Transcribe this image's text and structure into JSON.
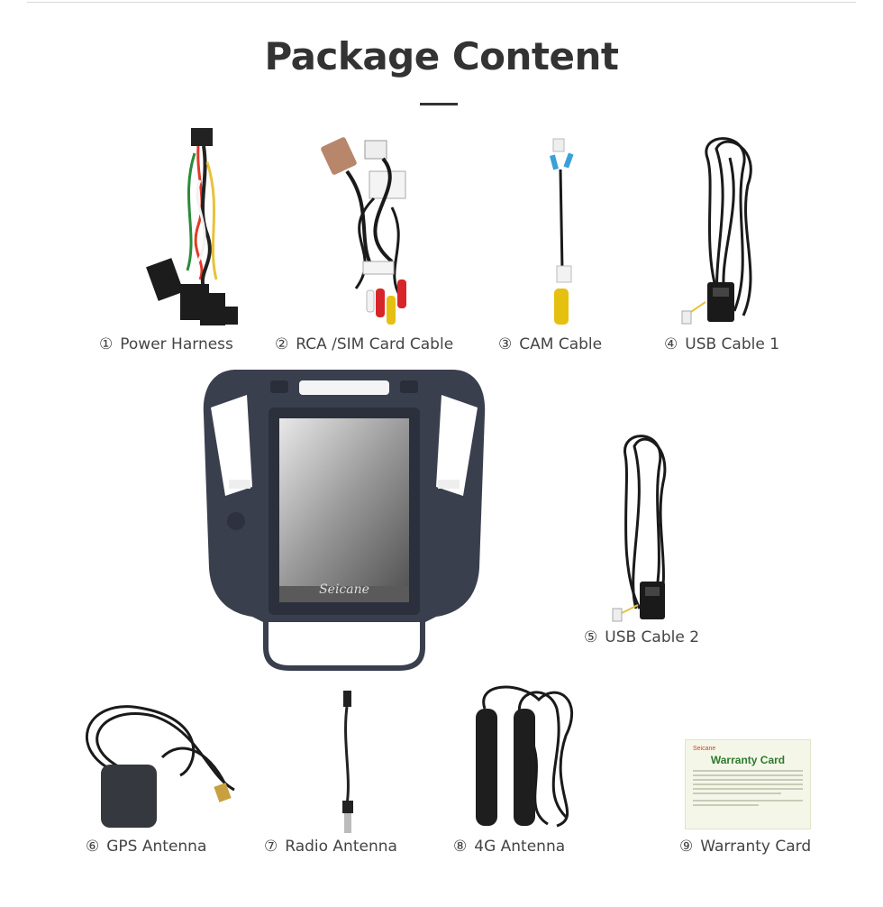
{
  "title": "Package Content",
  "items": [
    {
      "num": "①",
      "label": "Power Harness"
    },
    {
      "num": "②",
      "label": "RCA /SIM Card Cable"
    },
    {
      "num": "③",
      "label": "CAM Cable"
    },
    {
      "num": "④",
      "label": "USB Cable 1"
    },
    {
      "num": "⑤",
      "label": "USB Cable 2"
    },
    {
      "num": "⑥",
      "label": "GPS Antenna"
    },
    {
      "num": "⑦",
      "label": "Radio Antenna"
    },
    {
      "num": "⑧",
      "label": "4G Antenna"
    },
    {
      "num": "⑨",
      "label": "Warranty Card"
    }
  ],
  "unit_brand": "Seicane",
  "warranty_card": {
    "brand": "Seicane",
    "heading": "Warranty Card"
  }
}
